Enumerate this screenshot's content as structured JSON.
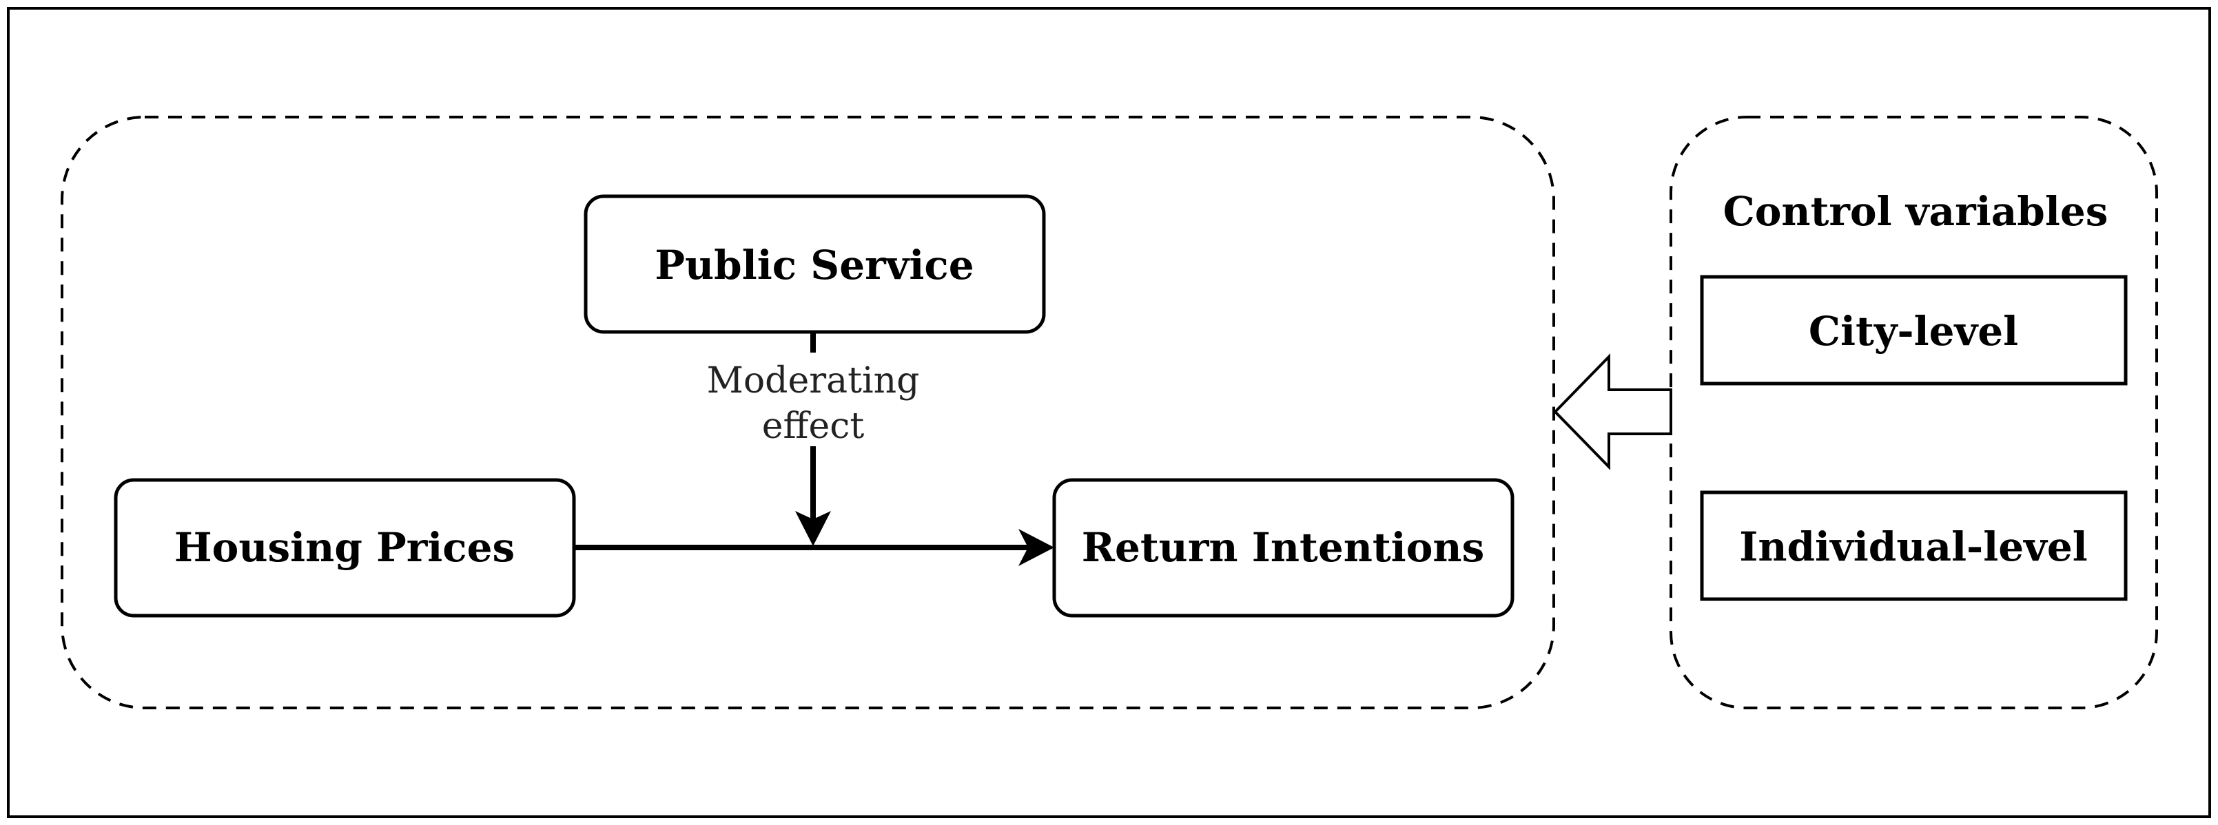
{
  "nodes": {
    "public_service": "Public Service",
    "housing_prices": "Housing Prices",
    "return_intentions": "Return Intentions"
  },
  "moderation": {
    "line1": "Moderating",
    "line2": "effect"
  },
  "controls": {
    "title": "Control variables",
    "city_level": "City-level",
    "individual_level": "Individual-level"
  },
  "colors": {
    "stroke": "#000000",
    "background": "#ffffff"
  }
}
